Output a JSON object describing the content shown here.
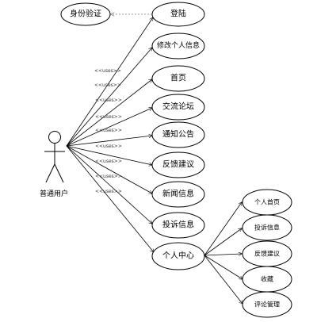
{
  "actor": {
    "name": "普通用户"
  },
  "auth": {
    "label": "身份验证"
  },
  "use_cases": [
    {
      "id": "login",
      "label": "登陆"
    },
    {
      "id": "edit-profile",
      "label": "修改个人信息"
    },
    {
      "id": "home",
      "label": "首页"
    },
    {
      "id": "forum",
      "label": "交流论坛"
    },
    {
      "id": "notice",
      "label": "通知公告"
    },
    {
      "id": "feedback",
      "label": "反馈建议"
    },
    {
      "id": "news",
      "label": "新闻信息"
    },
    {
      "id": "complaint",
      "label": "投诉信息"
    },
    {
      "id": "personal-center",
      "label": "个人中心"
    }
  ],
  "sub_cases": [
    {
      "id": "personal-home",
      "label": "个人首页"
    },
    {
      "id": "complaint-info",
      "label": "投诉信息"
    },
    {
      "id": "feedback-suggest",
      "label": "反馈建议"
    },
    {
      "id": "favorites",
      "label": "收藏"
    },
    {
      "id": "comment-manage",
      "label": "评论管理"
    }
  ],
  "stereotype": "<<uses>>"
}
